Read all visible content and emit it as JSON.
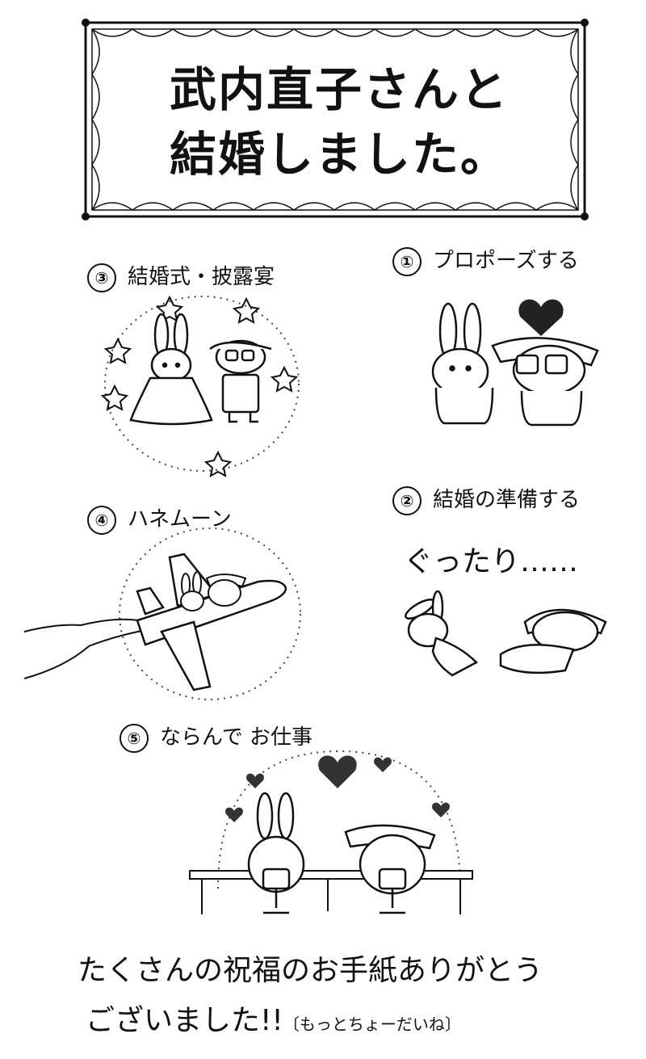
{
  "title": {
    "line1": "武内直子さんと",
    "line2": "結婚しました。"
  },
  "steps": [
    {
      "num": "①",
      "label": "プロポーズする"
    },
    {
      "num": "②",
      "label": "結婚の準備する",
      "note": "ぐったり……"
    },
    {
      "num": "③",
      "label": "結婚式・披露宴"
    },
    {
      "num": "④",
      "label": "ハネムーン"
    },
    {
      "num": "⑤",
      "label": "ならんで お仕事"
    }
  ],
  "footer": {
    "line1": "たくさんの祝福のお手紙ありがとう",
    "line2": "ございました!!",
    "aside": "〔もっとちょーだいね〕"
  },
  "icons": [
    "heart-icon",
    "star-icon",
    "bunny-character",
    "dog-character",
    "airplane-icon"
  ]
}
